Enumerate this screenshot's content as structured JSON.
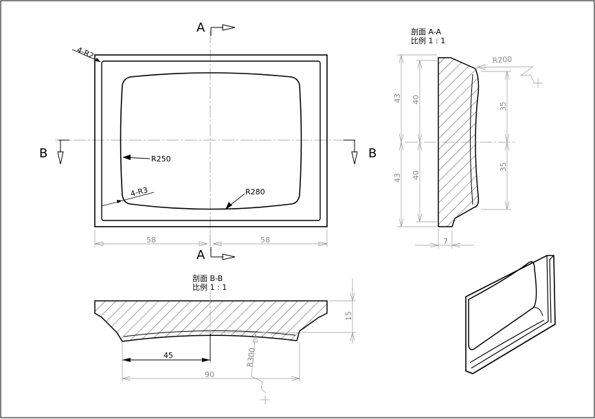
{
  "views": {
    "section_aa": {
      "title": "剖面 A-A",
      "scale": "比例 1 : 1",
      "dims": {
        "h_upper": "43",
        "h_lower": "43",
        "inner_upper": "40",
        "inner_lower": "40",
        "right_upper": "35",
        "right_lower": "35",
        "thickness": "7",
        "radius": "R200"
      }
    },
    "section_bb": {
      "title": "剖面 B-B",
      "scale": "比例 1 : 1",
      "dims": {
        "height": "15",
        "half_width": "45",
        "width": "90",
        "radius": "R300"
      }
    },
    "front": {
      "section_a_top": "A",
      "section_a_bottom": "A",
      "section_b_left": "B",
      "section_b_right": "B",
      "corner_outer": "4-R2",
      "corner_inner": "4-R3",
      "side_radius": "R250",
      "bottom_radius": "R280",
      "width_left": "58",
      "width_right": "58"
    }
  }
}
